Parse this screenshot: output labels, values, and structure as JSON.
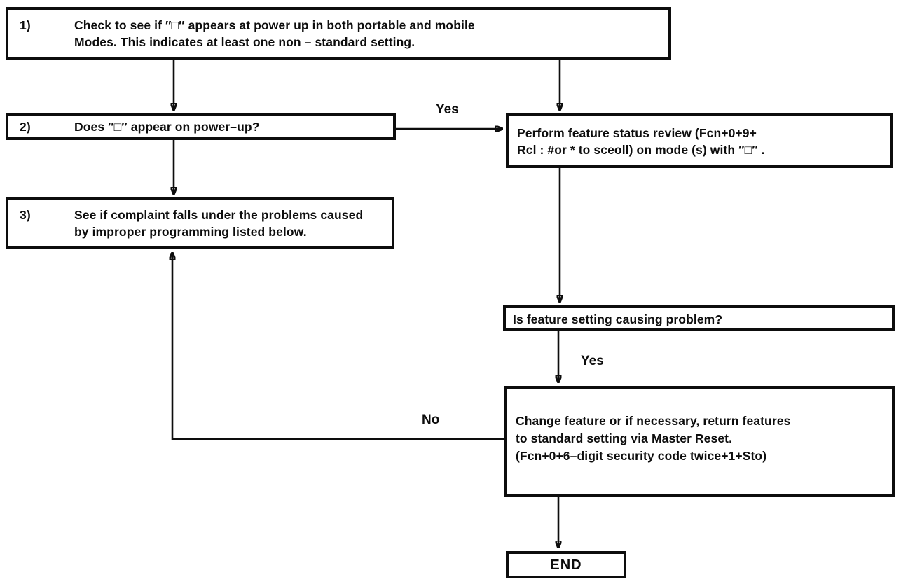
{
  "flowchart": {
    "step1": {
      "number": "1)",
      "line1": "Check to see if ″□″ appears at power up in both portable and mobile",
      "line2": "Modes. This indicates at least one non – standard setting."
    },
    "step2": {
      "number": "2)",
      "text": "Does ″□″ appear on power–up?"
    },
    "step3": {
      "number": "3)",
      "line1": "See if complaint falls under the problems caused",
      "line2": "by improper programming listed below."
    },
    "review": {
      "line1": "Perform feature status review (Fcn+0+9+",
      "line2": "Rcl : #or * to sceoll) on mode (s) with ″□″ ."
    },
    "question": {
      "text": "Is feature setting causing problem?"
    },
    "change": {
      "line1": "Change feature or if necessary, return features",
      "line2": "to standard setting via Master Reset.",
      "line3": "(Fcn+0+6–digit security code twice+1+Sto)"
    },
    "end": {
      "text": "END"
    },
    "labels": {
      "yes_review": "Yes",
      "yes_change": "Yes",
      "no_return": "No"
    },
    "colors": {
      "ink": "#0d0d0d",
      "background": "#ffffff"
    }
  }
}
